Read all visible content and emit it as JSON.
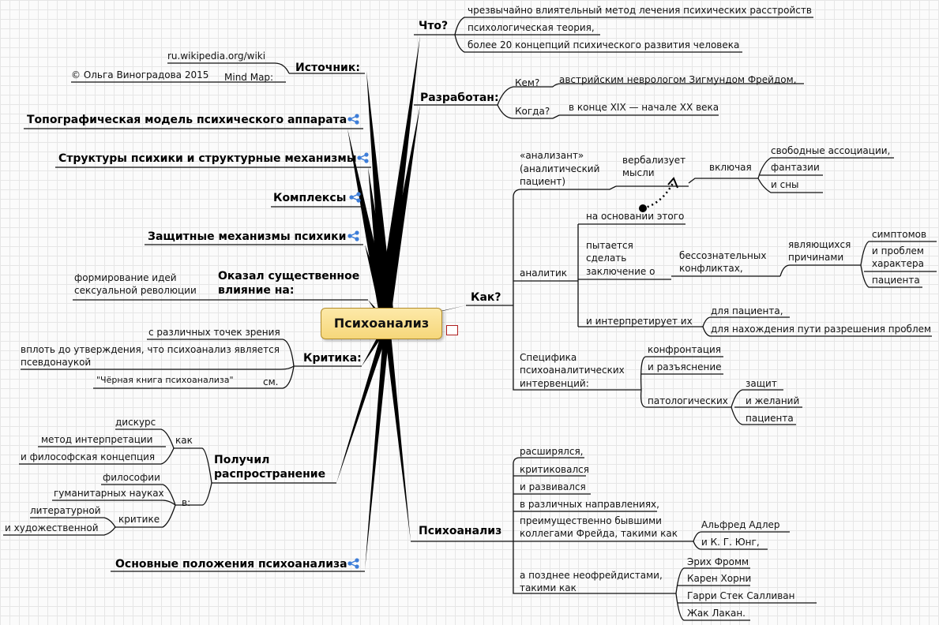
{
  "central": "Психоанализ",
  "left": {
    "source": {
      "title": "Источник:",
      "items": [
        "ru.wikipedia.org/wiki",
        "Mind Map:",
        "© Ольга Виноградова 2015"
      ]
    },
    "topo": "Топографическая модель психического аппарата",
    "struct": "Структуры психики и структурные механизмы",
    "complex": "Комплексы",
    "defense": "Защитные механизмы психики",
    "influence": {
      "title_1": "Оказал существенное",
      "title_2": "влияние на:",
      "item_1": "формирование идей",
      "item_2": "сексуальной революции"
    },
    "critique": {
      "title": "Критика:",
      "item1": "с различных точек зрения",
      "item2_1": "вплоть до утверждения, что психоанализ является",
      "item2_2": "псевдонаукой",
      "see": "см.",
      "book": "\"Чёрная книга психоанализа\""
    },
    "spread": {
      "title_1": "Получил",
      "title_2": "распространение",
      "kak": "как",
      "kak_items": [
        "дискурс",
        "метод интерпретации",
        "и философская концепция"
      ],
      "v": "в:",
      "v_items": [
        "философии",
        "гуманитарных науках",
        "критике"
      ],
      "crit_items": [
        "литературной",
        "и художественной"
      ]
    },
    "principles": "Основные положения психоанализа"
  },
  "right": {
    "what": {
      "title": "Что?",
      "items": [
        "чрезвычайно влиятельный метод лечения психических расстройств",
        "психологическая теория,",
        "более 20 концепций психического развития человека"
      ]
    },
    "developed": {
      "title": "Разработан:",
      "who": "Кем?",
      "who_ans": "австрийским неврологом Зигмундом Фрейдом,",
      "when": "Когда?",
      "when_ans": "в конце XIX — начале XX века"
    },
    "how": {
      "title": "Как?",
      "analysand_1": "«анализант»",
      "analysand_2": "(аналитический",
      "analysand_3": "пациент)",
      "verbal_1": "вербализует",
      "verbal_2": "мысли",
      "including": "включая",
      "incl_items": [
        "свободные ассоциации,",
        "фантазии",
        "и сны"
      ],
      "analyst": "аналитик",
      "based": "на основании этого",
      "tries_1": "пытается",
      "tries_2": "сделать",
      "tries_3": "заключение о",
      "unconscious_1": "бессознательных",
      "unconscious_2": "конфликтах,",
      "causes_1": "являющихся",
      "causes_2": "причинами",
      "symptoms": "симптомов",
      "problems_1": "и проблем",
      "problems_2": "характера",
      "patient": "пациента",
      "interprets": "и интерпретирует их",
      "for_patient": "для пациента,",
      "for_finding": "для нахождения пути разрешения проблем",
      "spec_1": "Специфика",
      "spec_2": "психоаналитических",
      "spec_3": "интервенций:",
      "confront": "конфронтация",
      "clarify": "и разъяснение",
      "patho": "патологических",
      "patho_items": [
        "защит",
        "и желаний",
        "пациента"
      ]
    },
    "psycho": {
      "title": "Психоанализ",
      "items": [
        "расширялся,",
        "критиковался",
        "и развивался",
        "в различных направлениях,"
      ],
      "former_1": "преимущественно бывшими",
      "former_2": "коллегами Фрейда, такими как",
      "former_items": [
        "Альфред Адлер",
        "и К. Г. Юнг,"
      ],
      "neo_1": "а позднее неофрейдистами,",
      "neo_2": "такими как",
      "neo_items": [
        "Эрих Фромм",
        "Карен Хорни",
        "Гарри Стек Салливан",
        "Жак Лакан."
      ]
    }
  }
}
